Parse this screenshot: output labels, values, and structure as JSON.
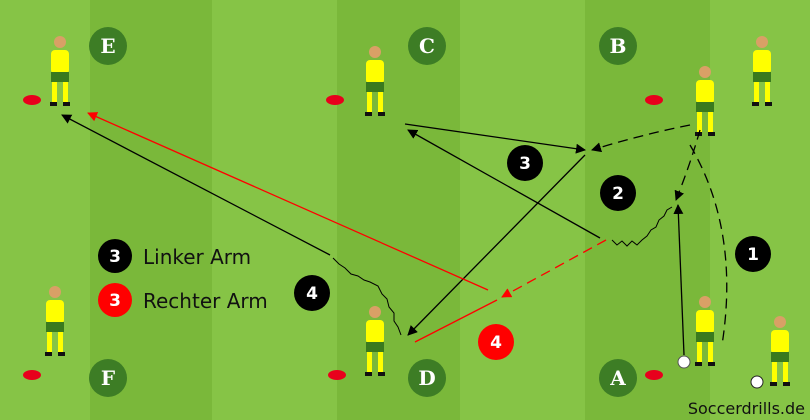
{
  "stations": [
    "A",
    "B",
    "C",
    "D",
    "E",
    "F"
  ],
  "steps": [
    {
      "label": "1",
      "color": "#000000"
    },
    {
      "label": "2",
      "color": "#000000"
    },
    {
      "label": "3",
      "color": "#000000"
    },
    {
      "label": "4",
      "color": "#000000"
    },
    {
      "label": "4",
      "color": "#ff0000"
    }
  ],
  "legend": [
    {
      "badge": "3",
      "text": "Linker Arm",
      "color": "#000000"
    },
    {
      "badge": "3",
      "text": "Rechter Arm",
      "color": "#ff0000"
    }
  ],
  "watermark": "Soccerdrills.de",
  "colors": {
    "grass_light": "#86c446",
    "grass_dark": "#7ab83a",
    "station": "#3d7d25",
    "cone": "#e8001c",
    "player_shirt": "#ffff00",
    "player_shorts": "#3a7a1e"
  }
}
